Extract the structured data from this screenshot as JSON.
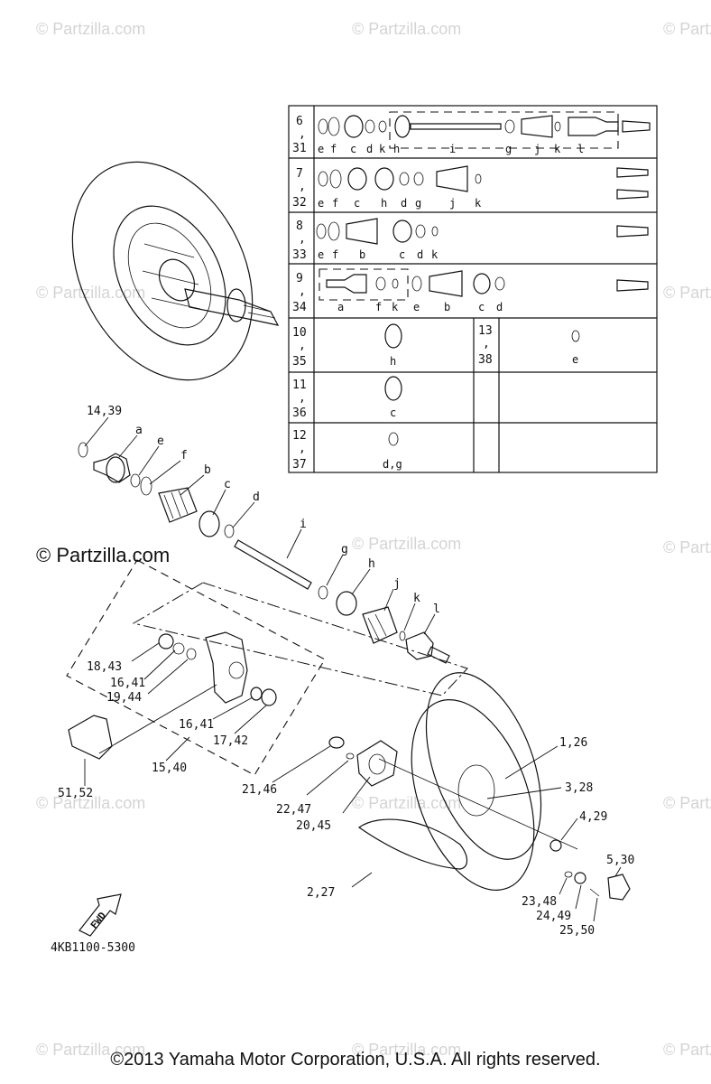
{
  "watermark": {
    "text": "© Partzilla.com"
  },
  "drawing_code": "4KB1100-5300",
  "fwd_label": "FWD",
  "copyright": "©2013  Yamaha Motor Corporation, U.S.A. All rights reserved.",
  "callouts": [
    {
      "id": "c1",
      "text": "14,39"
    },
    {
      "id": "c2",
      "text": "a"
    },
    {
      "id": "c3",
      "text": "e"
    },
    {
      "id": "c4",
      "text": "f"
    },
    {
      "id": "c5",
      "text": "b"
    },
    {
      "id": "c6",
      "text": "c"
    },
    {
      "id": "c7",
      "text": "d"
    },
    {
      "id": "c8",
      "text": "i"
    },
    {
      "id": "c9",
      "text": "g"
    },
    {
      "id": "c10",
      "text": "h"
    },
    {
      "id": "c11",
      "text": "j"
    },
    {
      "id": "c12",
      "text": "k"
    },
    {
      "id": "c13",
      "text": "l"
    },
    {
      "id": "c14",
      "text": "18,43"
    },
    {
      "id": "c15",
      "text": "16,41"
    },
    {
      "id": "c16",
      "text": "19,44"
    },
    {
      "id": "c17",
      "text": "16,41"
    },
    {
      "id": "c18",
      "text": "17,42"
    },
    {
      "id": "c19",
      "text": "51,52"
    },
    {
      "id": "c20",
      "text": "15,40"
    },
    {
      "id": "c21",
      "text": "21,46"
    },
    {
      "id": "c22",
      "text": "22,47"
    },
    {
      "id": "c23",
      "text": "20,45"
    },
    {
      "id": "c24",
      "text": "1,26"
    },
    {
      "id": "c25",
      "text": "3,28"
    },
    {
      "id": "c26",
      "text": "4,29"
    },
    {
      "id": "c27",
      "text": "5,30"
    },
    {
      "id": "c28",
      "text": "2,27"
    },
    {
      "id": "c29",
      "text": "23,48"
    },
    {
      "id": "c30",
      "text": "24,49"
    },
    {
      "id": "c31",
      "text": "25,50"
    }
  ],
  "kit_table": [
    {
      "id": "r1",
      "parts": [
        "6",
        "31"
      ],
      "letters": [
        "e",
        "f",
        "c",
        "d",
        "k",
        "h",
        "i",
        "g",
        "j",
        "k",
        "l"
      ]
    },
    {
      "id": "r2",
      "parts": [
        "7",
        "32"
      ],
      "letters": [
        "e",
        "f",
        "c",
        "h",
        "d",
        "g",
        "j",
        "k"
      ]
    },
    {
      "id": "r3",
      "parts": [
        "8",
        "33"
      ],
      "letters": [
        "e",
        "f",
        "b",
        "c",
        "d",
        "k"
      ]
    },
    {
      "id": "r4",
      "parts": [
        "9",
        "34"
      ],
      "letters": [
        "a",
        "f",
        "k",
        "e",
        "b",
        "c",
        "d"
      ]
    },
    {
      "id": "r5",
      "parts": [
        "10",
        "35"
      ],
      "letters": [
        "h"
      ]
    },
    {
      "id": "r6",
      "parts": [
        "13",
        "38"
      ],
      "letters": [
        "e"
      ]
    },
    {
      "id": "r7",
      "parts": [
        "11",
        "36"
      ],
      "letters": [
        "c"
      ]
    },
    {
      "id": "r8",
      "parts": [
        "12",
        "37"
      ],
      "letters": [
        "d,g"
      ]
    }
  ]
}
